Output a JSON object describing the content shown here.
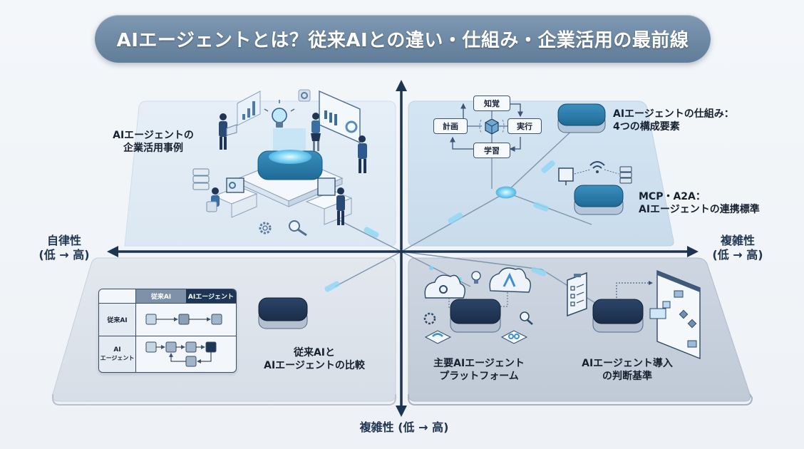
{
  "title": "AIエージェントとは？従来AIとの違い・仕組み・企業活用の最前線",
  "axes": {
    "horizontal": {
      "name": "複雑性",
      "range": "(低 → 高)"
    },
    "vertical_left": {
      "name": "自律性",
      "range": "(低 → 高)"
    },
    "bottom": {
      "name": "複雑性",
      "range": "(低 → 高)"
    }
  },
  "quadrants": {
    "top_left": {
      "label_line1": "AIエージェントの",
      "label_line2": "企業活用事例"
    },
    "top_right": {
      "cycle": {
        "top": "知覚",
        "right": "実行",
        "bottom": "学習",
        "left": "計画"
      },
      "item1_line1": "AIエージェントの仕組み：",
      "item1_line2": "4つの構成要素",
      "item2_line1": "MCP・A2A：",
      "item2_line2": "AIエージェントの連携標準"
    },
    "bottom_left": {
      "table": {
        "headers": [
          "",
          "従来AI",
          "AIエージェント"
        ],
        "rows": [
          {
            "label": "従来AI"
          },
          {
            "label_line1": "AI",
            "label_line2": "エージェント"
          }
        ]
      },
      "label_line1": "従来AIと",
      "label_line2": "AIエージェントの比較"
    },
    "bottom_right": {
      "item1_line1": "主要AIエージェント",
      "item1_line2": "プラットフォーム",
      "item2_line1": "AIエージェント導入",
      "item2_line2": "の判断基準"
    }
  },
  "colors": {
    "axis": "#1c3553",
    "title_bg": "#7189a4",
    "panel_top": "#dfeaf4",
    "panel_bottom": "#d1d9e3",
    "device_dark": "#1f3656",
    "device_teal": "#2a7ba8",
    "accent_glow": "#7fd3f5"
  }
}
